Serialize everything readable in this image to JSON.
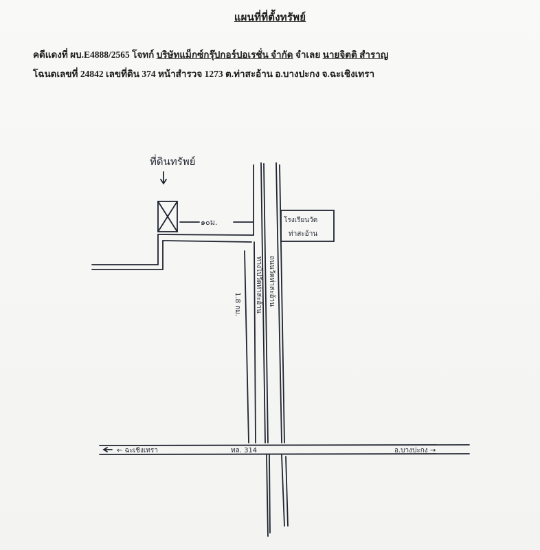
{
  "document": {
    "title": "แผนที่ที่ตั้งทรัพย์",
    "case_line": {
      "case_label": "คดีแดงที่ ผบ.E4888/2565 โจทก์",
      "plaintiff": "บริษัทแม็กซ์กรุ๊ปกอร์ปอเรชั่น จำกัด",
      "defendant_label": "จำเลย",
      "defendant": "นายจิตติ สำราญ"
    },
    "deed_line": {
      "text": "โฉนดเลขที่ 24842 เลขที่ดิน 374 หน้าสำรวจ 1273 ต.ท่าสะอ้าน อ.บางปะกง จ.ฉะเชิงเทรา"
    }
  },
  "map": {
    "property_label": "ที่ดินทรัพย์",
    "property_arrow": "↓",
    "distance_to_road": "๑๐ม.",
    "landmark_label_line1": "โรงเรียนวัด",
    "landmark_label_line2": "ท่าสะอ้าน",
    "side_road_distance": "1.8 กม.",
    "vertical_road_left_label": "ทางไปวัดท่าสะอ้าน",
    "vertical_road_right_label": "ถนนวัดท่าสะอ้าน",
    "main_road_label": "ทล. 314",
    "direction_left": "← ฉะเชิงเทรา",
    "direction_right": "อ.บางปะกง →",
    "colors": {
      "ink": "#1f2430",
      "paper": "#f7f7f5"
    }
  }
}
